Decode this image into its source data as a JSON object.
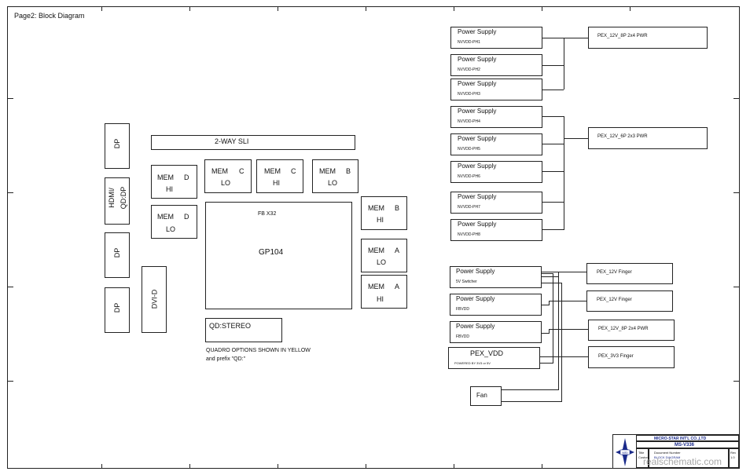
{
  "page_title": "Page2: Block Diagram",
  "left_connectors": {
    "dp1": "DP",
    "hdmi": "HDMI/",
    "qd_dp": "QD:DP",
    "dp2": "DP",
    "dp3": "DP",
    "dvi": "DVI-D"
  },
  "sli": "2-WAY SLI",
  "mem": [
    {
      "name": "MEM",
      "bank": "D",
      "level": "HI"
    },
    {
      "name": "MEM",
      "bank": "D",
      "level": "LO"
    },
    {
      "name": "MEM",
      "bank": "C",
      "level": "LO"
    },
    {
      "name": "MEM",
      "bank": "C",
      "level": "HI"
    },
    {
      "name": "MEM",
      "bank": "B",
      "level": "LO"
    },
    {
      "name": "MEM",
      "bank": "B",
      "level": "HI"
    },
    {
      "name": "MEM",
      "bank": "A",
      "level": "LO"
    },
    {
      "name": "MEM",
      "bank": "A",
      "level": "HI"
    }
  ],
  "gpu": {
    "bus": "FB X32",
    "name": "GP104"
  },
  "qd_stereo": "QD:STEREO",
  "quadro_note_1": "QUADRO OPTIONS SHOWN IN YELLOW",
  "quadro_note_2": "and prefix \"QD:\"",
  "power_phases": [
    {
      "title": "Power Supply",
      "sub": "NVVDD-PH1"
    },
    {
      "title": "Power Supply",
      "sub": "NVVDD-PH2"
    },
    {
      "title": "Power Supply",
      "sub": "NVVDD-PH3"
    },
    {
      "title": "Power Supply",
      "sub": "NVVDD-PH4"
    },
    {
      "title": "Power Supply",
      "sub": "NVVDD-PH5"
    },
    {
      "title": "Power Supply",
      "sub": "NVVDD-PH6"
    },
    {
      "title": "Power Supply",
      "sub": "NVVDD-PH7"
    },
    {
      "title": "Power Supply",
      "sub": "NVVDD-PH8"
    }
  ],
  "pwr_top_1": "PEX_12V_8P 2x4 PWR",
  "pwr_top_2": "PEX_12V_6P 2x3 PWR",
  "lower_supplies": [
    {
      "title": "Power Supply",
      "sub": "5V Switcher"
    },
    {
      "title": "Power Supply",
      "sub": "FBVDD"
    },
    {
      "title": "Power Supply",
      "sub": "FBVDD"
    }
  ],
  "pex_vdd": {
    "title": "PEX_VDD",
    "sub": "POWERED BY 3V3 or 5V"
  },
  "fan": "Fan",
  "right_sources": [
    "PEX_12V Finger",
    "PEX_12V Finger",
    "PEX_12V_8P 2x4 PWR",
    "PEX_3V3 Finger"
  ],
  "title_block": {
    "company": "MICRO-STAR INT'L CO.,LTD",
    "model": "MS-V336",
    "row1_label": "Title",
    "row2_label": "Custom",
    "doc_label": "Document Number",
    "doc_value": "BLOCK DIAGRAM",
    "rev_label": "Rev",
    "rev_value": "1.0"
  },
  "watermark": "realschematic.com"
}
